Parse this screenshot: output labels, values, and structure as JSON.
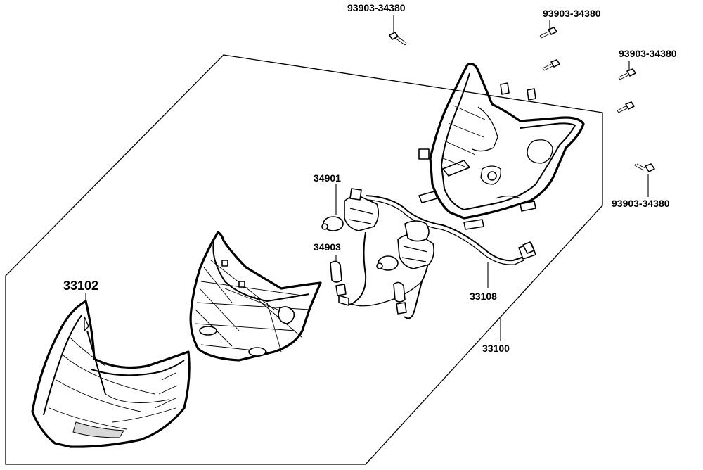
{
  "labels": {
    "screw_top": "93903-34380",
    "screw_top_right": "93903-34380",
    "screw_right": "93903-34380",
    "screw_bottom_right": "93903-34380",
    "headlight_bulb": "34901",
    "position_bulb": "34903",
    "wiring_harness": "33108",
    "headlight_assembly": "33100",
    "headlight_lens": "33102"
  }
}
